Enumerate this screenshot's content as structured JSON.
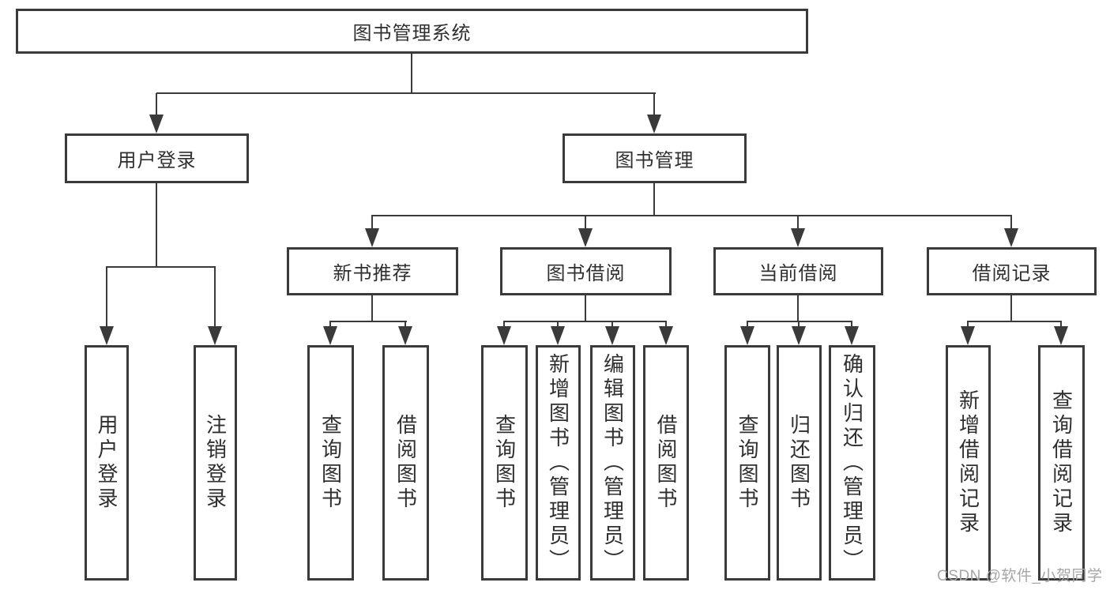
{
  "diagram": {
    "root": {
      "label": "图书管理系统"
    },
    "level2": [
      {
        "label": "用户登录"
      },
      {
        "label": "图书管理"
      }
    ],
    "level3": [
      {
        "label": "新书推荐"
      },
      {
        "label": "图书借阅"
      },
      {
        "label": "当前借阅"
      },
      {
        "label": "借阅记录"
      }
    ],
    "leaves": {
      "user_login": [
        {
          "label": "用户登录"
        },
        {
          "label": "注销登录"
        }
      ],
      "new_books": [
        {
          "label": "查询图书"
        },
        {
          "label": "借阅图书"
        }
      ],
      "book_borrow": [
        {
          "label": "查询图书"
        },
        {
          "label": "新增图书（管理员）"
        },
        {
          "label": "编辑图书（管理员）"
        },
        {
          "label": "借阅图书"
        }
      ],
      "current_borrow": [
        {
          "label": "查询图书"
        },
        {
          "label": "归还图书"
        },
        {
          "label": "确认归还（管理员）"
        }
      ],
      "borrow_records": [
        {
          "label": "新增借阅记录"
        },
        {
          "label": "查询借阅记录"
        }
      ]
    },
    "watermark": "CSDN @软件_小贺同学",
    "colors": {
      "line": "#3a3a3a",
      "text": "#2f2f2f",
      "watermark": "#a6a6a6",
      "background": "#ffffff"
    }
  }
}
